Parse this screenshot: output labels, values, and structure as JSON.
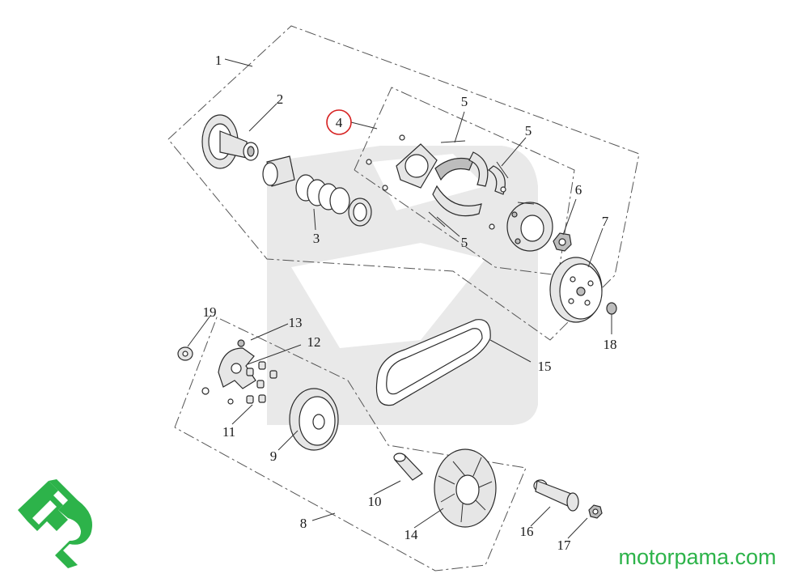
{
  "callouts": [
    {
      "id": "1",
      "text": "1"
    },
    {
      "id": "2",
      "text": "2"
    },
    {
      "id": "3",
      "text": "3"
    },
    {
      "id": "4",
      "text": "4"
    },
    {
      "id": "5a",
      "text": "5"
    },
    {
      "id": "5b",
      "text": "5"
    },
    {
      "id": "5c",
      "text": "5"
    },
    {
      "id": "6",
      "text": "6"
    },
    {
      "id": "7",
      "text": "7"
    },
    {
      "id": "8",
      "text": "8"
    },
    {
      "id": "9",
      "text": "9"
    },
    {
      "id": "10",
      "text": "10"
    },
    {
      "id": "11",
      "text": "11"
    },
    {
      "id": "12",
      "text": "12"
    },
    {
      "id": "13",
      "text": "13"
    },
    {
      "id": "14",
      "text": "14"
    },
    {
      "id": "15",
      "text": "15"
    },
    {
      "id": "16",
      "text": "16"
    },
    {
      "id": "17",
      "text": "17"
    },
    {
      "id": "18",
      "text": "18"
    },
    {
      "id": "19",
      "text": "19"
    }
  ],
  "highlighted_callout": "4",
  "brand": {
    "website": "motorpama.com",
    "logo_text": "mp",
    "color": "#2db34a"
  },
  "highlight_color": "#d62020"
}
